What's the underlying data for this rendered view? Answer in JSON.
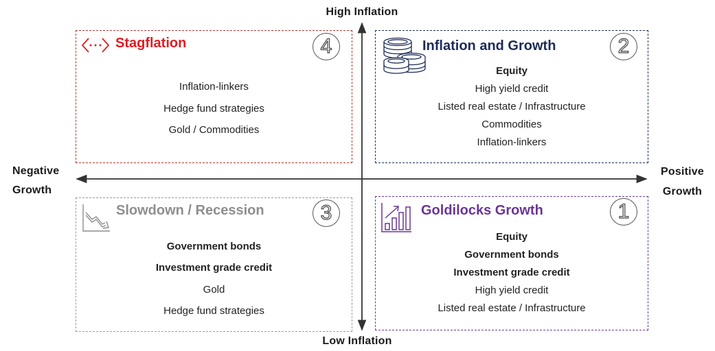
{
  "axes": {
    "top": "High Inflation",
    "bottom": "Low Inflation",
    "left_line1": "Negative",
    "left_line2": "Growth",
    "right_line1": "Positive",
    "right_line2": "Growth"
  },
  "quadrants": {
    "stagflation": {
      "title": "Stagflation",
      "number": "4",
      "icon": "left-right-arrows-icon",
      "color": "#e31b23",
      "items": [
        "Inflation-linkers",
        "Hedge fund strategies",
        "Gold / Commodities"
      ]
    },
    "inflation_growth": {
      "title": "Inflation and Growth",
      "number": "2",
      "icon": "coins-icon",
      "color": "#1c2b57",
      "items": [
        "Equity",
        "High yield credit",
        "Listed real estate / Infrastructure",
        "Commodities",
        "Inflation-linkers"
      ]
    },
    "slowdown": {
      "title": "Slowdown / Recession",
      "number": "3",
      "icon": "declining-chart-icon",
      "color": "#8e8e8e",
      "items": [
        "Government bonds",
        "Investment grade credit",
        "Gold",
        "Hedge fund strategies"
      ]
    },
    "goldilocks": {
      "title": "Goldilocks Growth",
      "number": "1",
      "icon": "bar-chart-up-icon",
      "color": "#6b3598",
      "items": [
        "Equity",
        "Government bonds",
        "Investment grade credit",
        "High yield credit",
        "Listed real estate / Infrastructure"
      ]
    }
  }
}
